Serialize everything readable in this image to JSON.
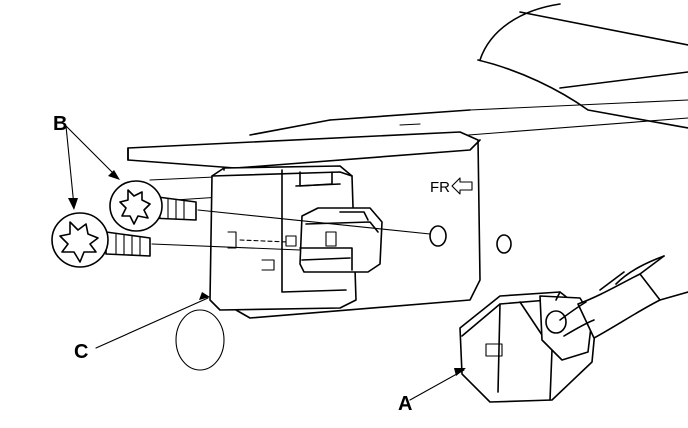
{
  "labels": {
    "a": "A",
    "b": "B",
    "c": "C",
    "fr": "FR"
  },
  "colors": {
    "line": "#000000",
    "background": "#ffffff"
  }
}
